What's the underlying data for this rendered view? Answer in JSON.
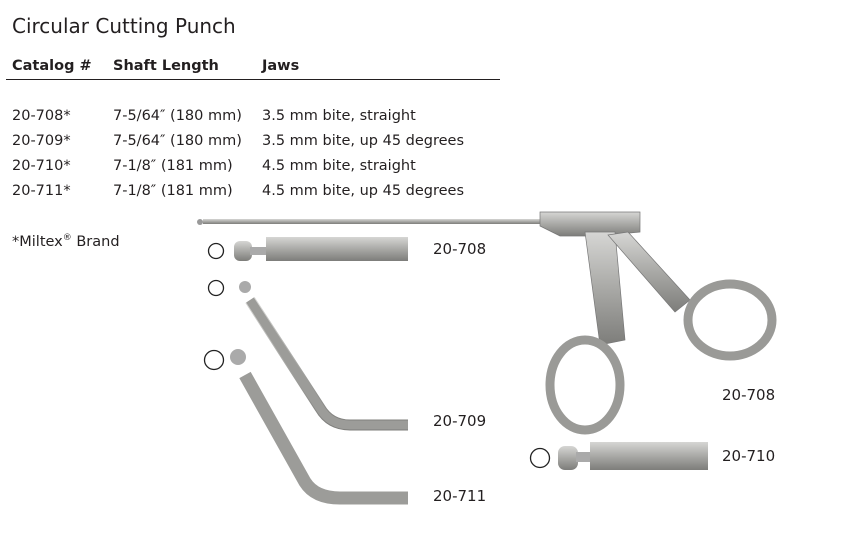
{
  "title": "Circular Cutting Punch",
  "table": {
    "headers": [
      "Catalog #",
      "Shaft Length",
      "Jaws"
    ],
    "rows": [
      {
        "catalog": "20-708*",
        "shaft": "7-5/64″ (180 mm)",
        "jaws": "3.5 mm bite, straight"
      },
      {
        "catalog": "20-709*",
        "shaft": "7-5/64″ (180 mm)",
        "jaws": "3.5 mm bite, up 45 degrees"
      },
      {
        "catalog": "20-710*",
        "shaft": "7-1/8″ (181 mm)",
        "jaws": "4.5 mm bite, straight"
      },
      {
        "catalog": "20-711*",
        "shaft": "7-1/8″ (181 mm)",
        "jaws": "4.5 mm bite, up 45 degrees"
      }
    ]
  },
  "footnote": {
    "prefix": "*Miltex",
    "reg": "®",
    "suffix": " Brand"
  },
  "figure_labels": {
    "tip_708": "20-708",
    "tip_709": "20-709",
    "tip_711": "20-711",
    "instrument_708": "20-708",
    "tip_710": "20-710"
  }
}
